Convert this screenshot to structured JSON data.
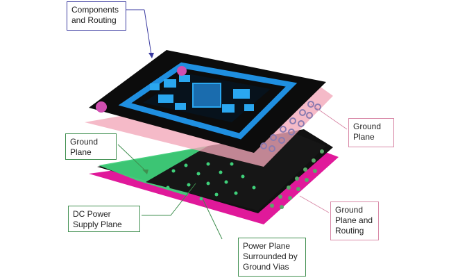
{
  "callouts": {
    "components_routing": "Components\nand Routing",
    "ground_plane_top": "Ground\nPlane",
    "ground_plane_left": "Ground\nPlane",
    "dc_power": "DC Power\nSupply Plane",
    "power_plane": "Power Plane\nSurrounded by\nGround Vias",
    "ground_routing": "Ground\nPlane and\nRouting"
  },
  "colors": {
    "board_black": "#0c0c0c",
    "routing_blue": "#1f8fe0",
    "ground_pink": "#f2a6b8",
    "power_green": "#3fd07a",
    "bottom_magenta": "#e0199a",
    "via_pad": "#7a6a9e"
  }
}
